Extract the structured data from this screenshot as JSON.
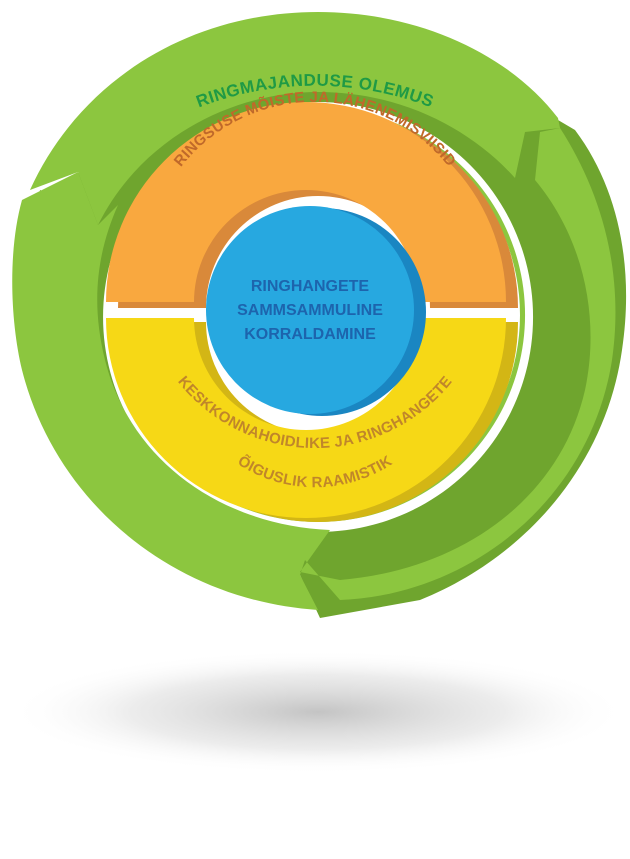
{
  "diagram": {
    "outer_ring": {
      "label": "RINGMAJANDUSE OLEMUS",
      "color": "#8cc63f",
      "shade": "#6fa52e",
      "text_color": "#1f9a45"
    },
    "upper_ring": {
      "label": "RINGSUSE MÕISTE JA LÄHENEMISVIISID",
      "color": "#f9a83f",
      "shade": "#d9893a",
      "text_color": "#c0692a"
    },
    "lower_ring": {
      "label_line1": "KESKKONNAHOIDLIKE JA RINGHANGETE",
      "label_line2": "ÕIGUSLIK RAAMISTIK",
      "color": "#f6d816",
      "shade": "#d3b615",
      "text_color": "#c0862a"
    },
    "core": {
      "line1": "RINGHANGETE",
      "line2": "SAMMSAMMULINE",
      "line3": "KORRALDAMINE",
      "color": "#27a8e0",
      "shade": "#1a86c2",
      "text_color": "#1d64ad"
    }
  }
}
